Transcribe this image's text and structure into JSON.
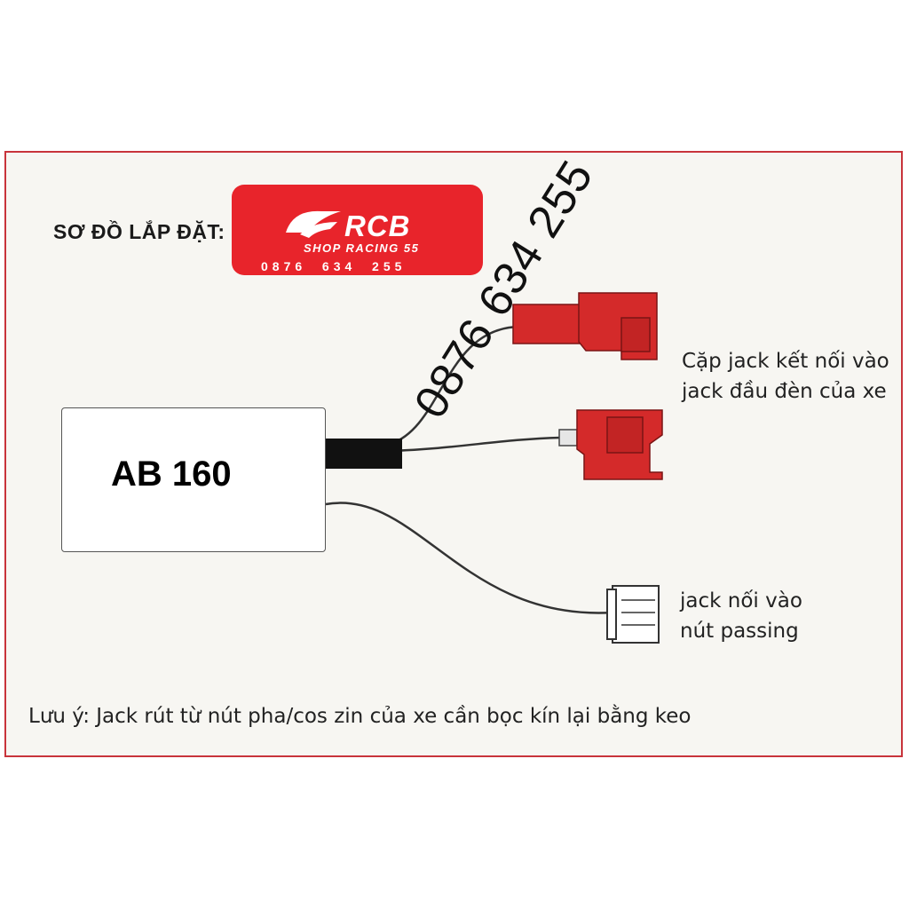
{
  "title": "SƠ ĐỒ LẮP ĐẶT:",
  "logo": {
    "brand": "RCB",
    "shop": "SHOP RACING 55",
    "phone": "0876  634  255"
  },
  "device": {
    "label": "AB 160"
  },
  "labels": {
    "headlight_line1": "Cặp jack kết nối vào",
    "headlight_line2": "jack đầu đèn của xe",
    "passing_line1": "jack nối vào",
    "passing_line2": "nút passing"
  },
  "note": "Lưu ý: Jack rút từ nút pha/cos zin của xe cần bọc kín lại bằng keo",
  "watermark": "0876 634 255",
  "colors": {
    "frame": "#c8343b",
    "logo_bg": "#e8242b",
    "connector_red": "#d42a2a"
  }
}
